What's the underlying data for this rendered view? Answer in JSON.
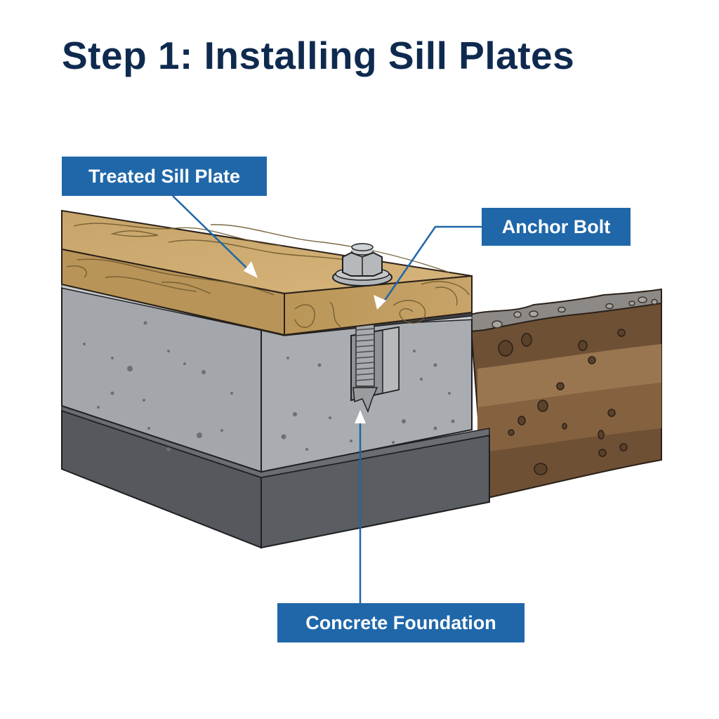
{
  "title": "Step 1: Installing Sill Plates",
  "labels": {
    "sill_plate": "Treated Sill Plate",
    "anchor_bolt": "Anchor Bolt",
    "concrete_foundation": "Concrete Foundation"
  },
  "colors": {
    "title": "#0f2a4f",
    "label_bg": "#1f67a9",
    "label_text": "#ffffff",
    "leader_line": "#1f67a9",
    "wood": "#c9a56a",
    "concrete": "#a4a8ac",
    "footing": "#55585c",
    "soil": "#7a5a3c",
    "gravel": "#8c8a86"
  }
}
